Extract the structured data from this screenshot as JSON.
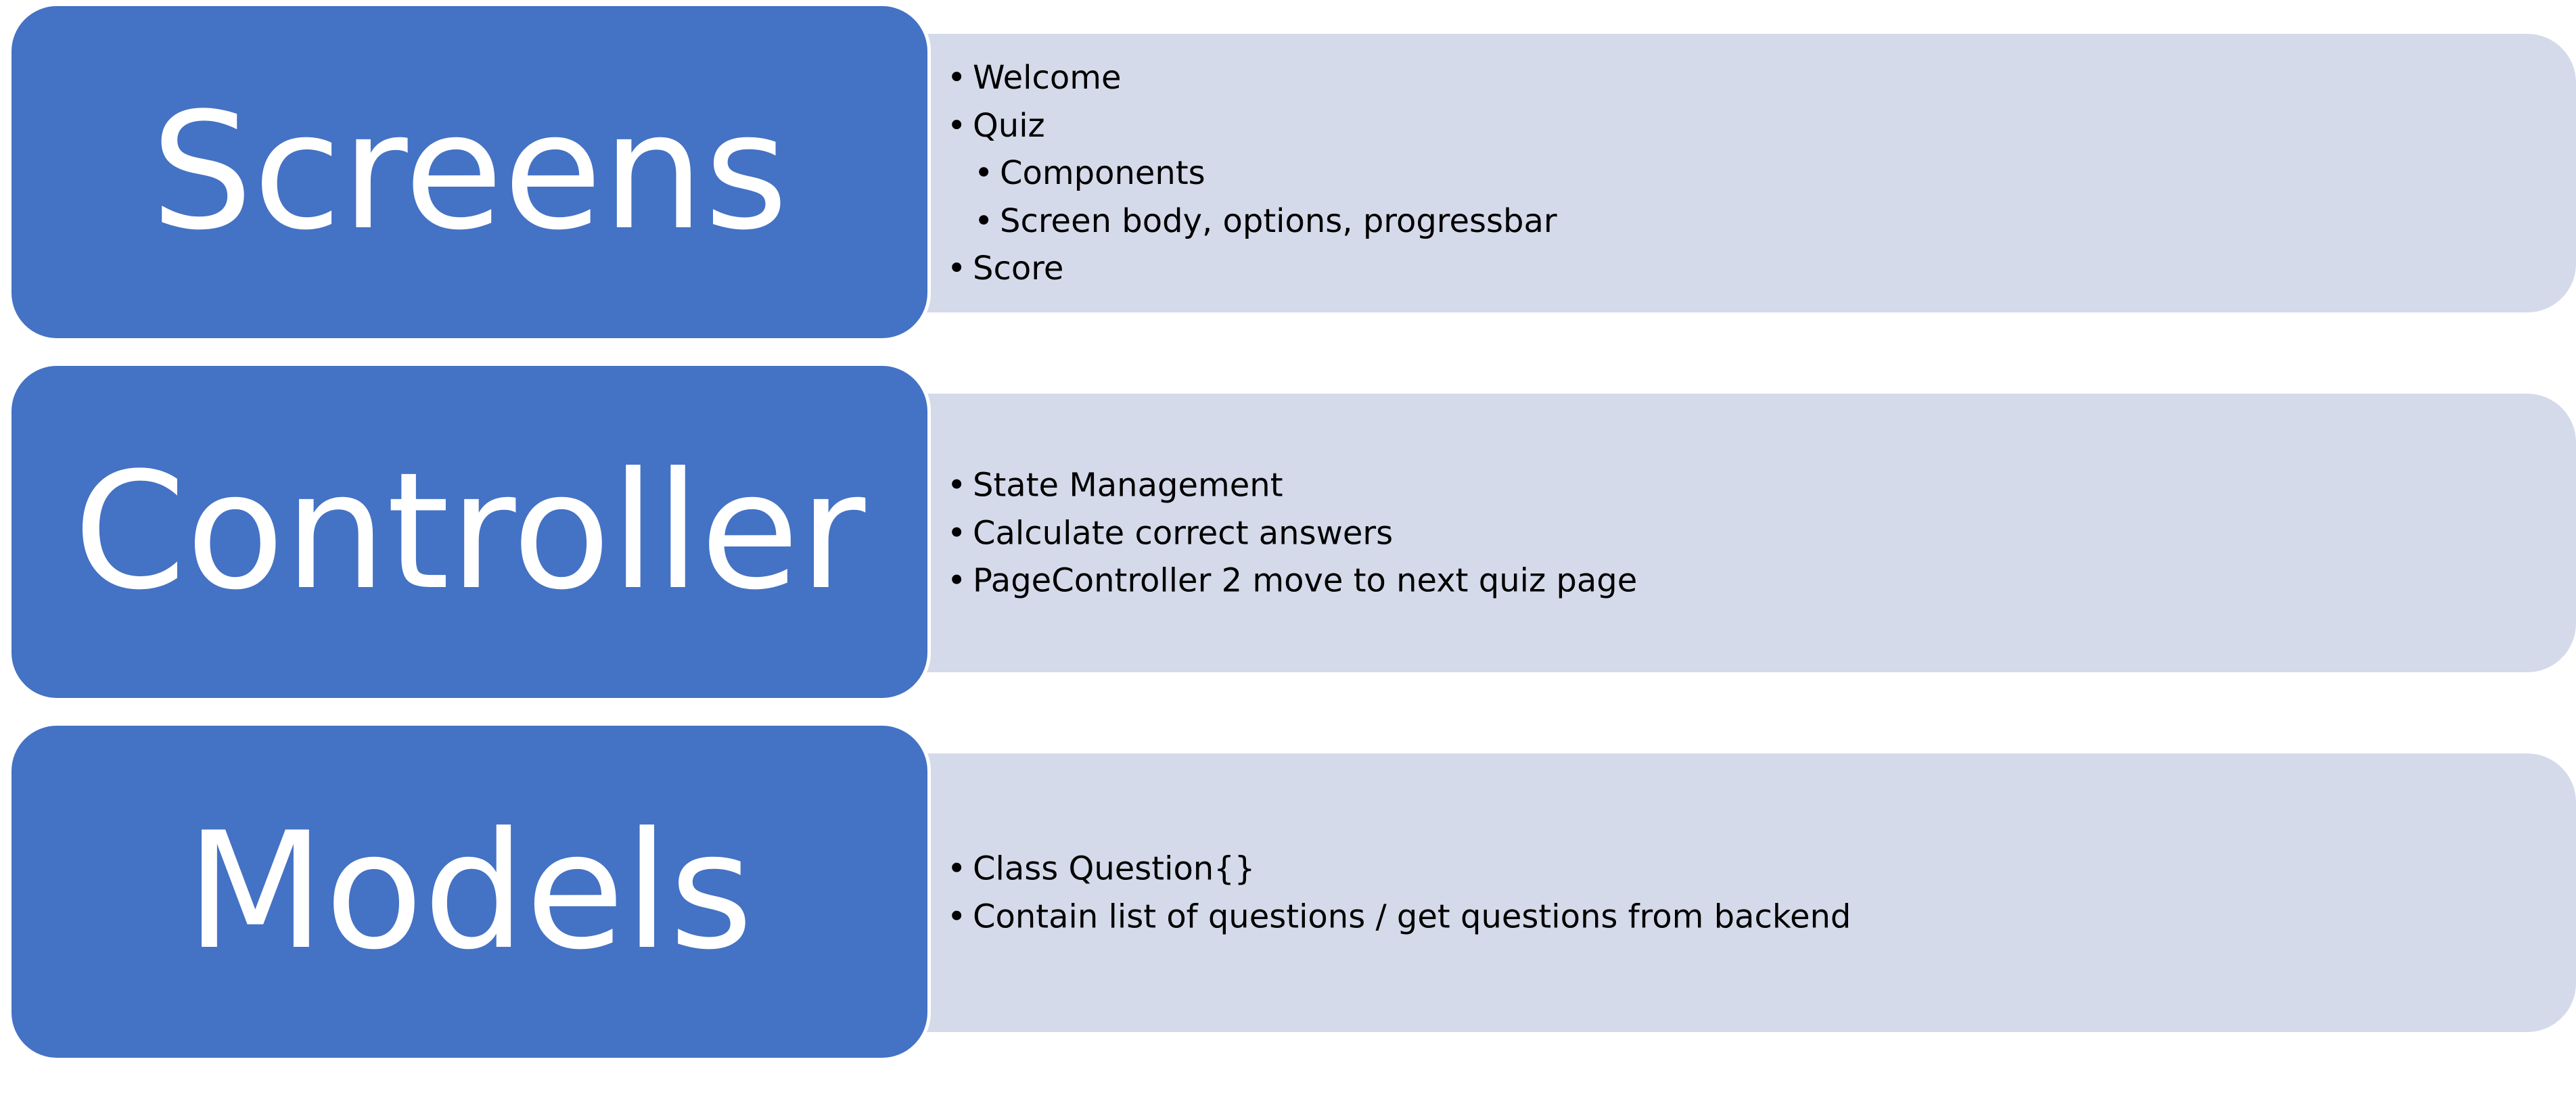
{
  "colors": {
    "label_fill": "#4472c4",
    "label_text": "#ffffff",
    "panel_fill": "#d5daea",
    "panel_text": "#000000",
    "background": "#ffffff"
  },
  "rows": [
    {
      "label": "Screens",
      "items": [
        {
          "text": "Welcome",
          "level": 1
        },
        {
          "text": "Quiz",
          "level": 1
        },
        {
          "text": "Components",
          "level": 2
        },
        {
          "text": "Screen body, options, progressbar",
          "level": 2
        },
        {
          "text": "Score",
          "level": 1
        }
      ]
    },
    {
      "label": "Controller",
      "items": [
        {
          "text": "State Management",
          "level": 1
        },
        {
          "text": "Calculate correct answers",
          "level": 1
        },
        {
          "text": "PageController 2 move to next quiz page",
          "level": 1
        }
      ]
    },
    {
      "label": "Models",
      "items": [
        {
          "text": "Class Question{}",
          "level": 1
        },
        {
          "text": "Contain list of questions / get questions from backend",
          "level": 1
        }
      ]
    }
  ]
}
